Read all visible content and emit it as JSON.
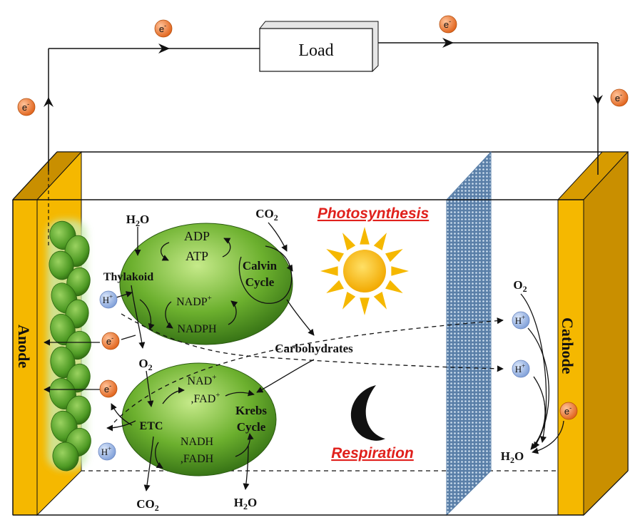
{
  "circuit": {
    "load_label": "Load",
    "electron_label": "e",
    "electron_charge": "-"
  },
  "electrodes": {
    "anode_label": "Anode",
    "cathode_label": "Cathode"
  },
  "processes": {
    "photosynthesis_label": "Photosynthesis",
    "respiration_label": "Respiration"
  },
  "chloroplast": {
    "thylakoid_label": "Thylakoid",
    "adp": "ADP",
    "atp": "ATP",
    "nadp_base": "NADP",
    "nadp_sup": "+",
    "nadph": "NADPH",
    "calvin_line1": "Calvin",
    "calvin_line2": "Cycle"
  },
  "mitochondrion": {
    "nad_base": "NAD",
    "nad_sup": "+",
    "fad_base": ",FAD",
    "fad_sup": "+",
    "nadh": "NADH",
    "fadh": ",FADH",
    "etc_label": "ETC",
    "krebs_line1": "Krebs",
    "krebs_line2": "Cycle"
  },
  "species": {
    "h2o_base": "H",
    "h2o_sub": "2",
    "h2o_end": "O",
    "co2_base": "CO",
    "co2_sub": "2",
    "o2_base": "O",
    "o2_sub": "2",
    "proton_base": "H",
    "proton_sup": "+",
    "carbohydrates": "Carbohydrates"
  },
  "colors": {
    "electrode": "#f5b800",
    "electrode_dark": "#c98f00",
    "organelle": "#5fa628",
    "organelle_light": "#b8e07a",
    "electron_ball": "#f08a3c",
    "proton_ball": "#9bb8e8",
    "title_red": "#e0201c",
    "sun": "#f5b800"
  }
}
